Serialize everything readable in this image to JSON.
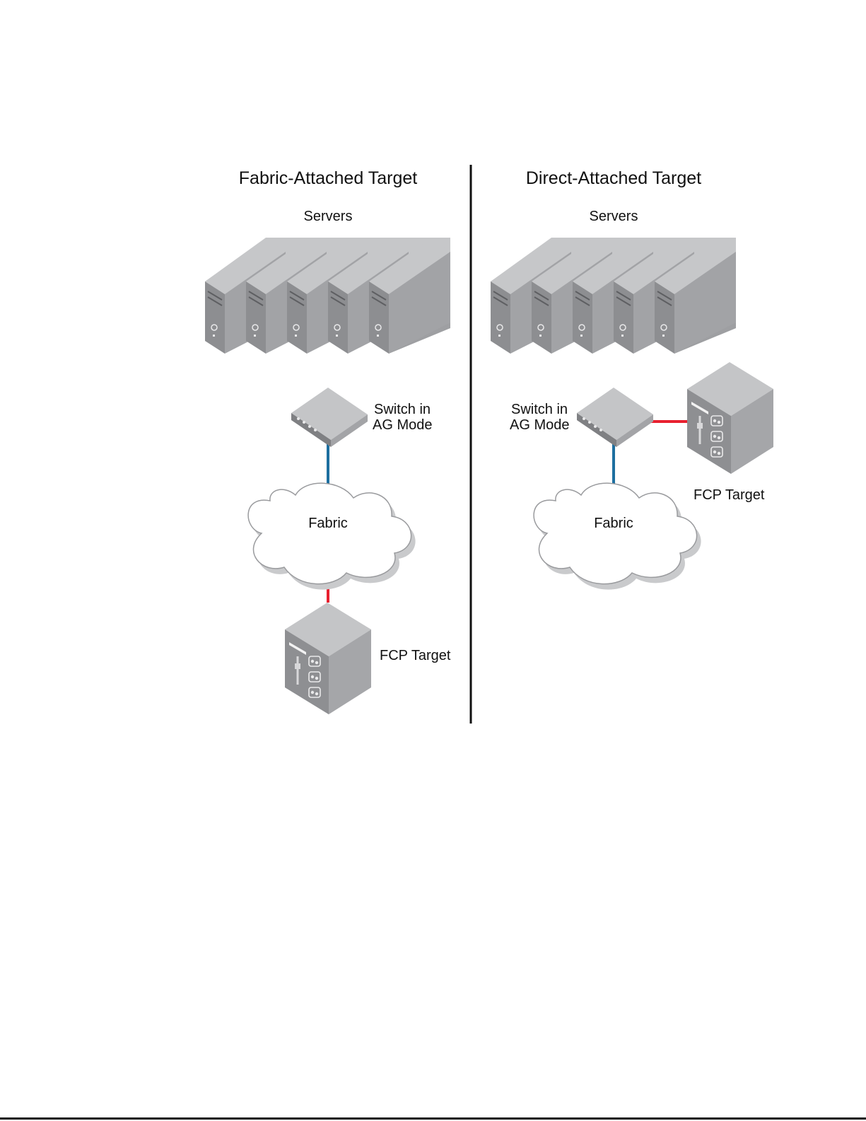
{
  "colors": {
    "storage_link": "#e8202f",
    "switch_link": "#1d6fa0",
    "divider": "#111111",
    "device_top": "#c4c5c7",
    "device_front": "#8e8f92",
    "device_side": "#a5a6a9",
    "cloud_fill": "#ffffff",
    "cloud_shadow": "#c9cacc"
  },
  "panels": [
    {
      "title": "Fabric-Attached Target",
      "servers_label": "Servers",
      "switch_label_line1": "Switch in",
      "switch_label_line2": "AG Mode",
      "fabric_label": "Fabric",
      "target_label": "FCP Target"
    },
    {
      "title": "Direct-Attached Target",
      "servers_label": "Servers",
      "switch_label_line1": "Switch in",
      "switch_label_line2": "AG Mode",
      "fabric_label": "Fabric",
      "target_label": "FCP Target"
    }
  ],
  "icons": {
    "server": "server-tower-icon",
    "switch": "network-switch-icon",
    "fabric": "cloud-icon",
    "target": "storage-array-icon"
  }
}
